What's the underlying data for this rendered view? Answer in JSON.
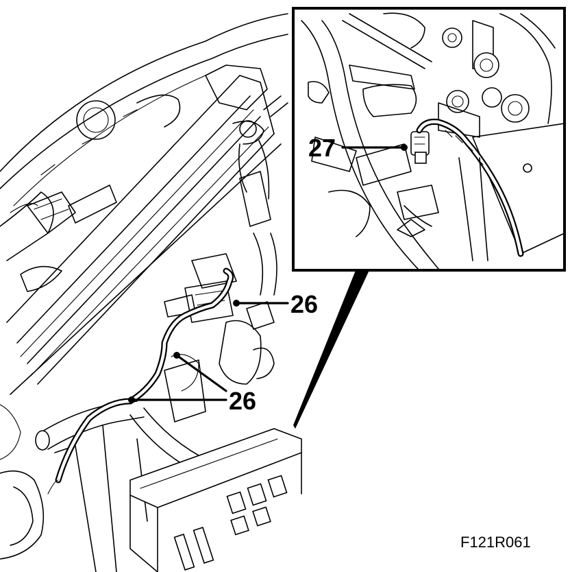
{
  "figure": {
    "id_label": "F121R061"
  },
  "callouts": {
    "label_26_upper": "26",
    "label_26_lower": "26",
    "label_27": "27"
  }
}
